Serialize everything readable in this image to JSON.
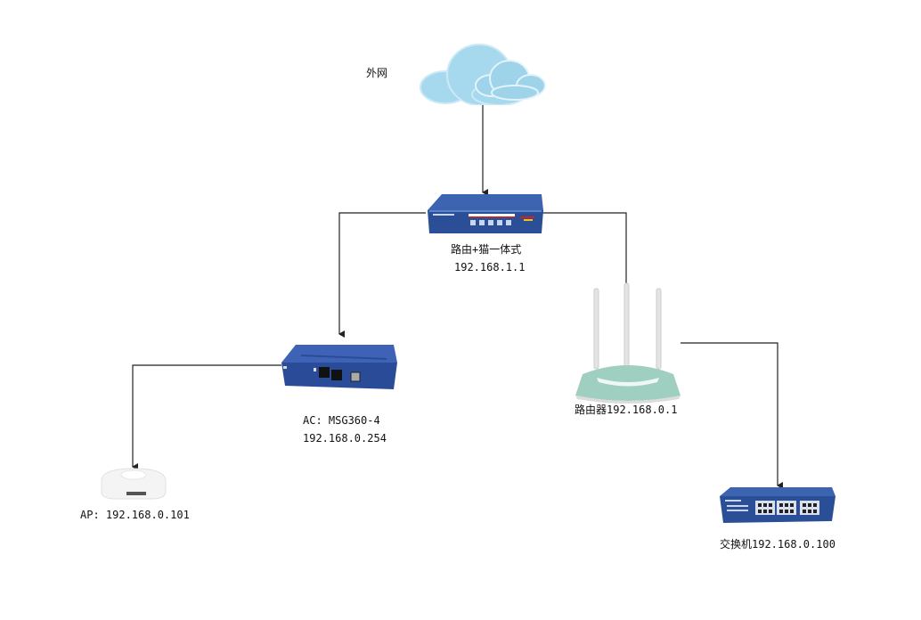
{
  "diagram": {
    "title": "网络拓扑",
    "nodes": [
      {
        "id": "internet",
        "type": "cloud",
        "icon": "cloud-icon",
        "label": "外网"
      },
      {
        "id": "modem-router",
        "type": "modem-router",
        "icon": "modem-router-icon",
        "label_line1": "路由+猫一体式",
        "label_line2": "192.168.1.1"
      },
      {
        "id": "ac",
        "type": "access-controller",
        "icon": "ac-controller-icon",
        "label_line1": "AC: MSG360-4",
        "label_line2": "192.168.0.254"
      },
      {
        "id": "wifi-router",
        "type": "wireless-router",
        "icon": "wireless-router-icon",
        "label": "路由器192.168.0.1"
      },
      {
        "id": "ap",
        "type": "access-point",
        "icon": "access-point-icon",
        "label": "AP: 192.168.0.101"
      },
      {
        "id": "switch",
        "type": "switch",
        "icon": "switch-icon",
        "label": "交换机192.168.0.100"
      }
    ],
    "edges": [
      {
        "from": "internet",
        "to": "modem-router",
        "arrow": true
      },
      {
        "from": "modem-router",
        "to": "ac",
        "arrow": true
      },
      {
        "from": "modem-router",
        "to": "wifi-router",
        "arrow": false
      },
      {
        "from": "ac",
        "to": "ap",
        "arrow": true
      },
      {
        "from": "wifi-router",
        "to": "switch",
        "arrow": true
      }
    ],
    "colors": {
      "line": "#222222",
      "cloud": "#a6d8ee",
      "device_blue": "#2a4f96",
      "router_teal": "#9fcfc0"
    }
  }
}
